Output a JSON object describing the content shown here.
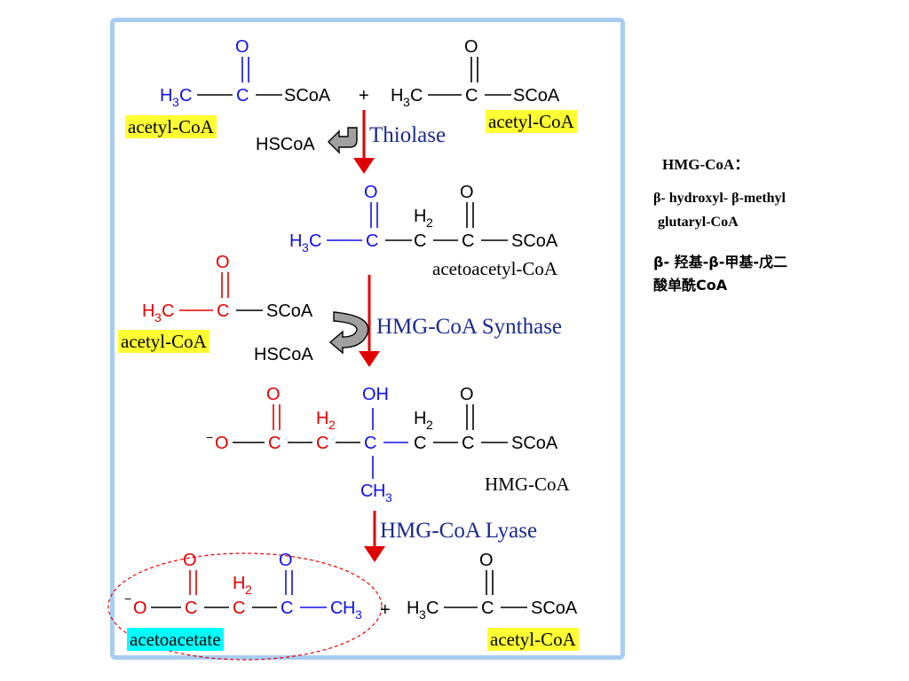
{
  "colors": {
    "blue": "#1010e6",
    "red": "#e00000",
    "black": "#000000",
    "enzyme": "#1c2a8c",
    "frame": "#a9cdf2",
    "highlight_yellow": "#ffff33",
    "highlight_cyan": "#00ffff"
  },
  "atoms": {
    "O": "O",
    "C": "C",
    "H": "H",
    "sub2": "2",
    "sub3": "3",
    "SCoA": "SCoA",
    "OH": "OH",
    "O_minus": "O",
    "minus": "−",
    "plus": "+",
    "HSCoA": "HSCoA"
  },
  "labels": {
    "acetyl_coa": "acetyl-CoA",
    "acetoacetyl_coa": "acetoacetyl-CoA",
    "hmg_coa": "HMG-CoA",
    "acetoacetate": "acetoacetate"
  },
  "enzymes": {
    "thiolase": "Thiolase",
    "hmg_synthase": "HMG-CoA Synthase",
    "hmg_lyase": "HMG-CoA Lyase"
  },
  "notes": {
    "title": "HMG-CoA：",
    "english_1": "β- hydroxyl- β-methyl",
    "english_2": "glutaryl-CoA",
    "chinese_1": "β- 羟基-β-甲基-戊二",
    "chinese_2": "酸单酰CoA"
  }
}
